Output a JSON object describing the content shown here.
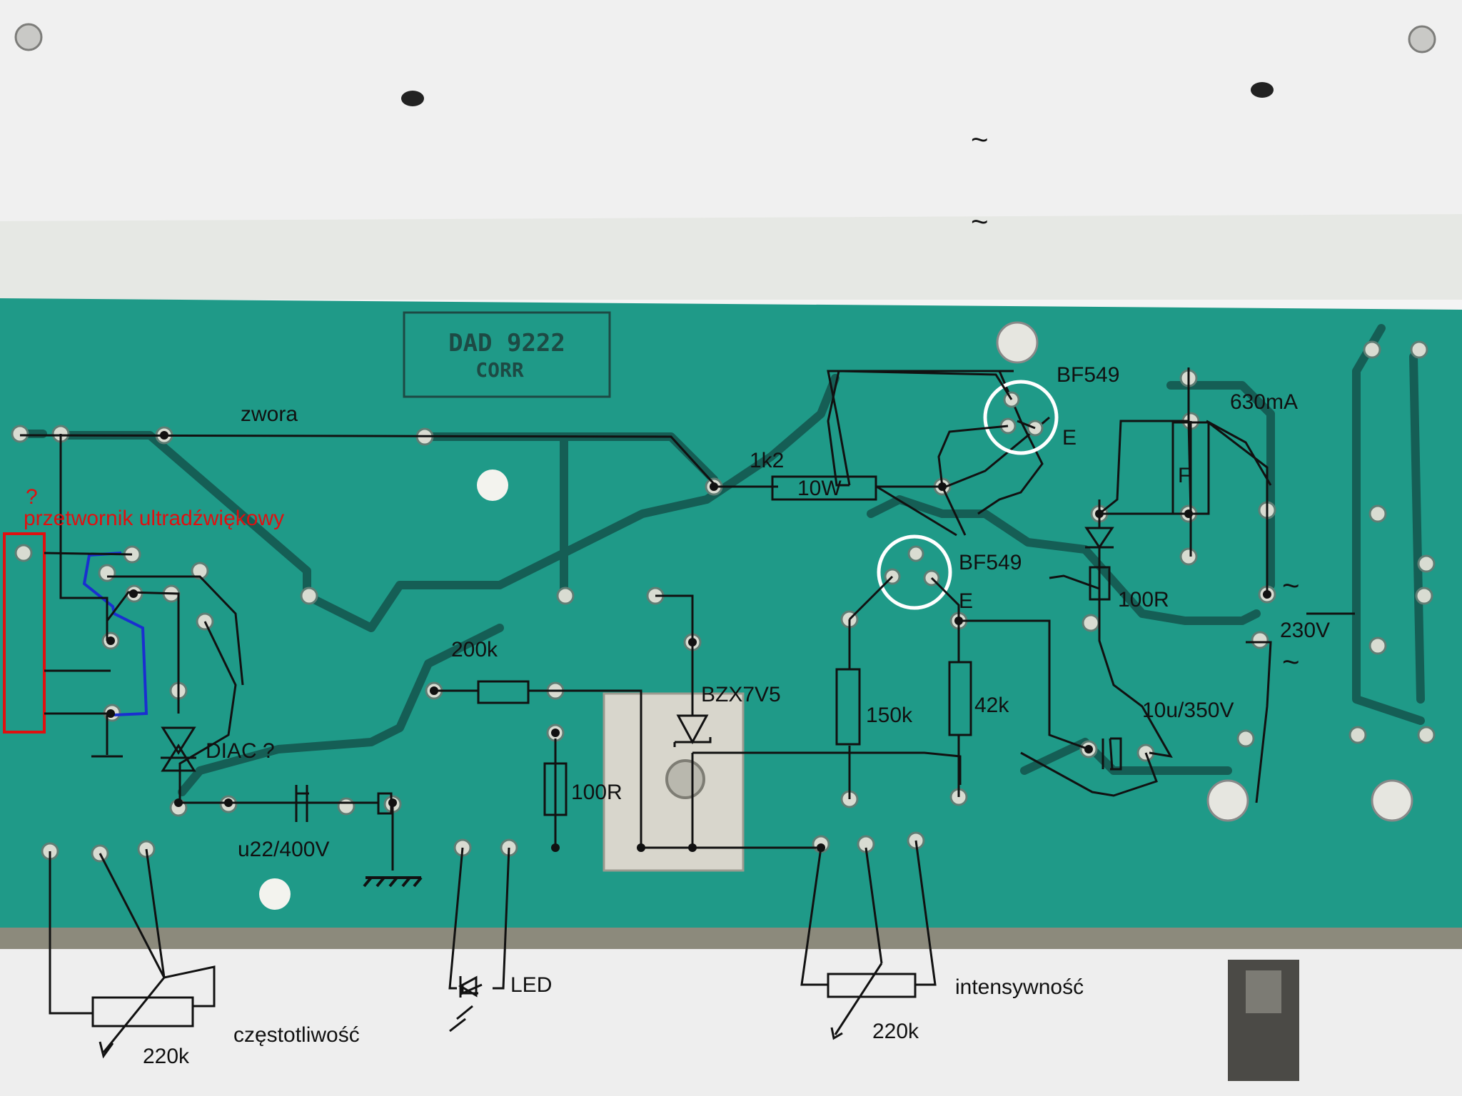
{
  "silkscreen": {
    "part_number": "DAD 9222",
    "marking": "CORR"
  },
  "labels": {
    "zwora": "zwora",
    "transducer_question": "?",
    "transducer": "przetwornik ultradźwiękowy",
    "diac": "DIAC ?",
    "cap_u22": "u22/400V",
    "r_200k": "200k",
    "zener": "BZX7V5",
    "r_100r_low": "100R",
    "r_150k": "150k",
    "r_42k": "42k",
    "r_1k2": "1k2",
    "r_10w": "10W",
    "transistor_top": "BF549",
    "transistor_mid": "BF549",
    "emitter_top": "E",
    "emitter_mid": "E",
    "fuse_value": "630mA",
    "fuse_symbol": "F",
    "r_100r_high": "100R",
    "mains_voltage": "230V",
    "cap_10u": "10u/350V",
    "led": "LED",
    "pot_left_value": "220k",
    "pot_left_name": "częstotliwość",
    "pot_right_value": "220k",
    "pot_right_name": "intensywność",
    "ac_symbol": "~"
  },
  "colors": {
    "pcb": "#1f9a88",
    "pcb_dark": "#177a6c",
    "trace": "#155e55",
    "pad": "#d9dcd2",
    "heatsink": "#d8d6cc",
    "wire": "#111111",
    "annotation_red": "#e01010",
    "annotation_blue": "#1a2fd0",
    "circle": "#ffffff",
    "chassis": "#f2f2f2",
    "metal_edge": "#8c8a7c"
  }
}
